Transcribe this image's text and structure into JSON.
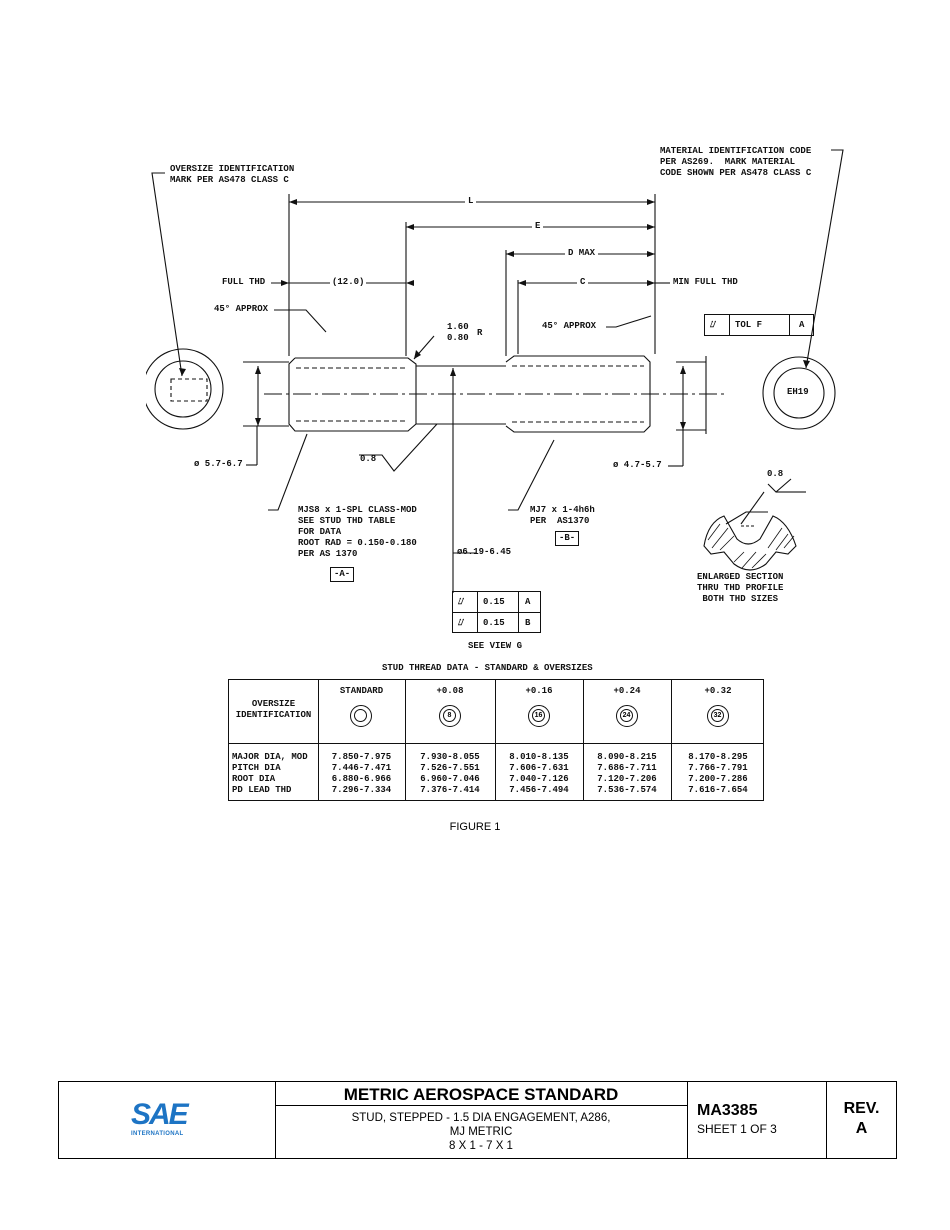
{
  "drawing": {
    "labels": {
      "oversize_note": "OVERSIZE IDENTIFICATION\nMARK PER AS478 CLASS C",
      "material_note": "MATERIAL IDENTIFICATION CODE\nPER AS269.  MARK MATERIAL\nCODE SHOWN PER AS478 CLASS C",
      "dim_L": "L",
      "dim_E": "E",
      "dim_D": "D MAX",
      "dim_C": "C",
      "full_thd": "FULL THD",
      "twelve": "(12.0)",
      "min_full_thd": "MIN FULL THD",
      "approx_left": "45° APPROX",
      "approx_right": "45° APPROX",
      "radius": "1.60\n0.80",
      "radius_r": "R",
      "tol_symbol": "⌰",
      "tol_f": "TOL F",
      "tol_a": "A",
      "eh19": "EH19",
      "dia_left": "ø 5.7-6.7",
      "dia_right": "ø 4.7-5.7",
      "surface_08_left": "0.8",
      "surface_08_right": "0.8",
      "thread_left": "MJS8 x 1-SPL CLASS-MOD\nSEE STUD THD TABLE\nFOR DATA\nROOT RAD = 0.150-0.180\nPER AS 1370",
      "datum_a": "-A-",
      "thread_right": "MJ7 x 1-4h6h\nPER  AS1370",
      "datum_b": "-B-",
      "shank_dia": "ø6.19-6.45",
      "fcf_rows": [
        {
          "sym": "⌰",
          "tol": "0.15",
          "datum": "A"
        },
        {
          "sym": "⌰",
          "tol": "0.15",
          "datum": "B"
        }
      ],
      "see_view": "SEE VIEW G",
      "enlarged": "ENLARGED SECTION\nTHRU THD PROFILE\nBOTH THD SIZES",
      "table_title": "STUD THREAD DATA - STANDARD & OVERSIZES"
    },
    "table": {
      "corner_header": "OVERSIZE\nIDENTIFICATION",
      "columns": [
        "STANDARD",
        "+0.08",
        "+0.16",
        "+0.24",
        "+0.32"
      ],
      "marks": [
        "",
        "8",
        "16",
        "24",
        "32"
      ],
      "row_labels": "MAJOR DIA, MOD\nPITCH DIA\nROOT DIA\nPD LEAD THD",
      "values": [
        "7.850-7.975\n7.446-7.471\n6.880-6.966\n7.296-7.334",
        "7.930-8.055\n7.526-7.551\n6.960-7.046\n7.376-7.414",
        "8.010-8.135\n7.606-7.631\n7.040-7.126\n7.456-7.494",
        "8.090-8.215\n7.686-7.711\n7.120-7.206\n7.536-7.574",
        "8.170-8.295\n7.766-7.791\n7.200-7.286\n7.616-7.654"
      ]
    }
  },
  "caption": "FIGURE 1",
  "title_block": {
    "logo_text": "SAE",
    "logo_sub": "INTERNATIONAL",
    "heading": "METRIC AEROSPACE STANDARD",
    "line1": "STUD, STEPPED - 1.5 DIA ENGAGEMENT, A286,",
    "line2": "MJ METRIC",
    "line3": "8 X 1 - 7 X 1",
    "doc_number": "MA3385",
    "sheet": "SHEET 1 OF 3",
    "rev_label": "REV.",
    "rev_value": "A"
  },
  "colors": {
    "logo_blue": "#1d74c4",
    "logo_dark": "#0f3f7a"
  }
}
